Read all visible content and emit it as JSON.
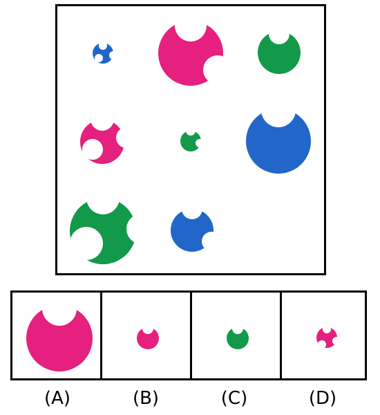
{
  "colors": {
    "magenta": "#e5207e",
    "green": "#13994a",
    "blue": "#2166c8"
  },
  "grid": {
    "cells": [
      {
        "row": 1,
        "col": 1,
        "shape": "three-notch-circle",
        "color": "blue",
        "size": "small"
      },
      {
        "row": 1,
        "col": 2,
        "shape": "two-notch-circle",
        "color": "magenta",
        "size": "large"
      },
      {
        "row": 1,
        "col": 3,
        "shape": "one-notch-circle",
        "color": "green",
        "size": "medium"
      },
      {
        "row": 2,
        "col": 1,
        "shape": "three-notch-circle",
        "color": "magenta",
        "size": "medium"
      },
      {
        "row": 2,
        "col": 2,
        "shape": "two-notch-circle",
        "color": "green",
        "size": "small"
      },
      {
        "row": 2,
        "col": 3,
        "shape": "one-notch-circle",
        "color": "blue",
        "size": "large"
      },
      {
        "row": 3,
        "col": 1,
        "shape": "three-notch-circle",
        "color": "green",
        "size": "large"
      },
      {
        "row": 3,
        "col": 2,
        "shape": "two-notch-circle",
        "color": "blue",
        "size": "medium"
      },
      {
        "row": 3,
        "col": 3,
        "shape": "missing"
      }
    ]
  },
  "options": [
    {
      "label": "(A)",
      "shape": "one-notch-circle",
      "color": "magenta",
      "size": "large"
    },
    {
      "label": "(B)",
      "shape": "one-notch-circle",
      "color": "magenta",
      "size": "small"
    },
    {
      "label": "(C)",
      "shape": "one-notch-circle",
      "color": "green",
      "size": "small"
    },
    {
      "label": "(D)",
      "shape": "three-notch-circle",
      "color": "magenta",
      "size": "small"
    }
  ]
}
